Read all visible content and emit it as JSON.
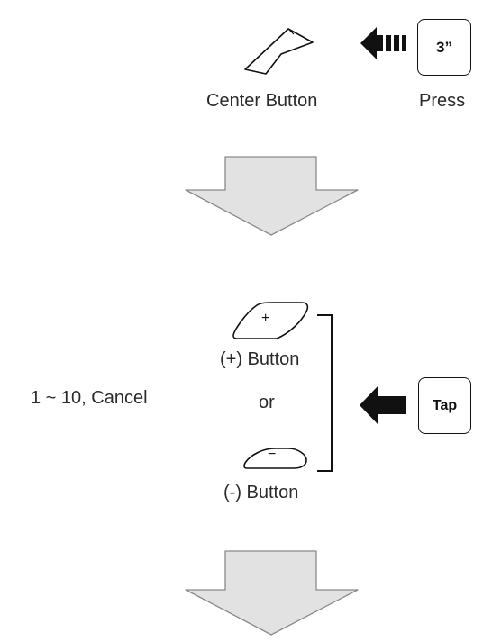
{
  "step1": {
    "button_label": "Center Button",
    "action_label": "Press",
    "key_text": "3”",
    "icon": "center-button-icon",
    "arrow_icon": "striped-arrow-left-icon"
  },
  "step2": {
    "plus_symbol": "+",
    "minus_symbol": "−",
    "plus_label": "(+) Button",
    "or_label": "or",
    "minus_label": "(-) Button",
    "range_label": "1 ~ 10, Cancel",
    "key_text": "Tap",
    "arrow_icon": "solid-arrow-left-icon"
  },
  "flow_arrow_icon": "down-arrow-icon",
  "colors": {
    "flow_arrow_fill": "#e2e2e2",
    "flow_arrow_stroke": "#8a8a8a",
    "ink": "#111111"
  }
}
